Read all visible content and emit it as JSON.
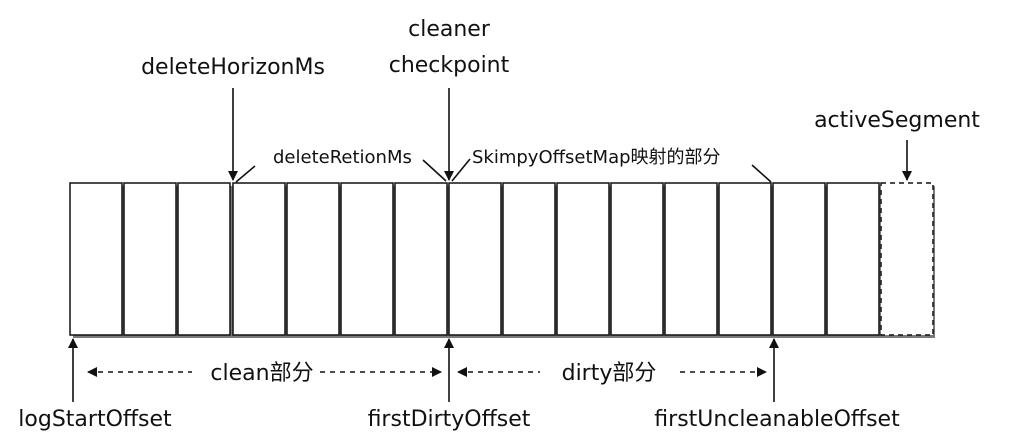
{
  "diagram": {
    "segment_count": 16,
    "labels": {
      "delete_horizon": "deleteHorizonMs",
      "cleaner_checkpoint_1": "cleaner",
      "cleaner_checkpoint_2": "checkpoint",
      "delete_retention": "deleteRetionMs",
      "skimpy_offset_map": "SkimpyOffsetMap映射的部分",
      "active_segment": "activeSegment",
      "clean_part": "clean部分",
      "dirty_part": "dirty部分",
      "log_start_offset": "logStartOffset",
      "first_dirty_offset": "firstDirtyOffset",
      "first_uncleanable_offset": "firstUncleanableOffset"
    },
    "colors": {
      "stroke": "#111111",
      "shadow": "#7a7a7a"
    }
  }
}
